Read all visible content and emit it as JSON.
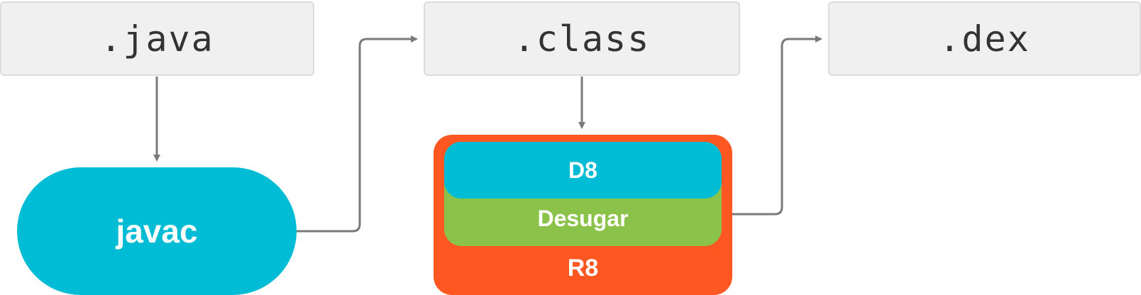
{
  "files": {
    "java": ".java",
    "class": ".class",
    "dex": ".dex"
  },
  "tools": {
    "javac": "javac",
    "r8": "R8",
    "desugar": "Desugar",
    "d8": "D8"
  },
  "colors": {
    "file_fill": "#f0f0f0",
    "file_border": "#dcdcdc",
    "connector": "#7a7a7a",
    "javac": "#00bcd4",
    "r8": "#ff5722",
    "desugar": "#8bc34a",
    "d8": "#00bcd4"
  }
}
